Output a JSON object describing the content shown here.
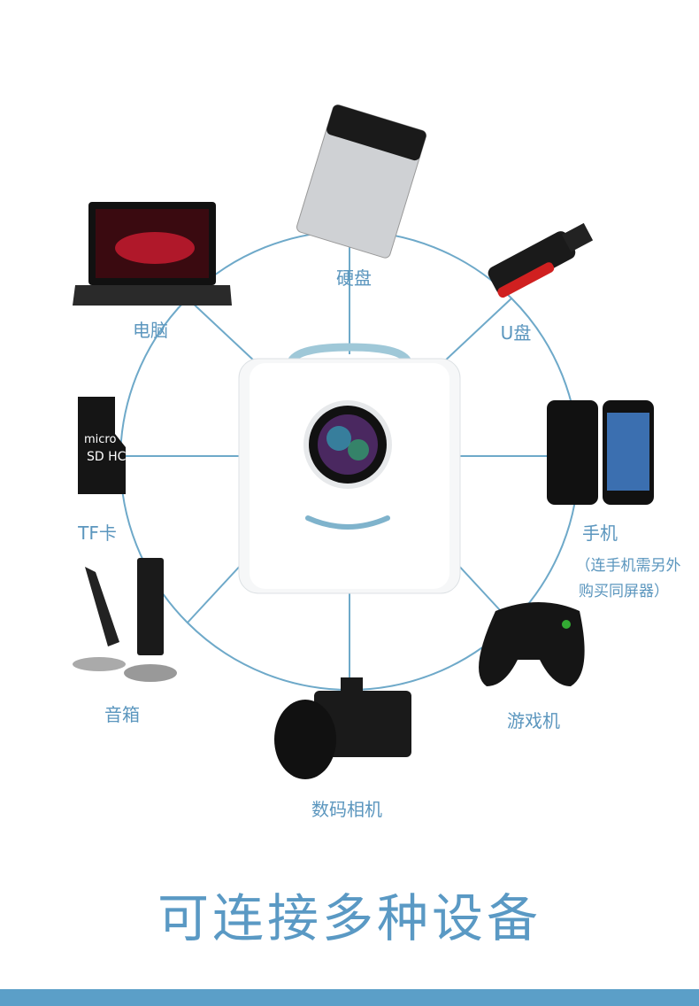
{
  "devices": {
    "hdd": "硬盘",
    "laptop": "电脑",
    "usb": "U盘",
    "tf": "TF卡",
    "phone": "手机",
    "phone_note_1": "（连手机需另外",
    "phone_note_2": "购买同屏器）",
    "speaker": "音箱",
    "gamepad": "游戏机",
    "camera": "数码相机"
  },
  "title": "可连接多种设备",
  "colors": {
    "accent": "#5b9fc8",
    "text": "#5b96be"
  }
}
